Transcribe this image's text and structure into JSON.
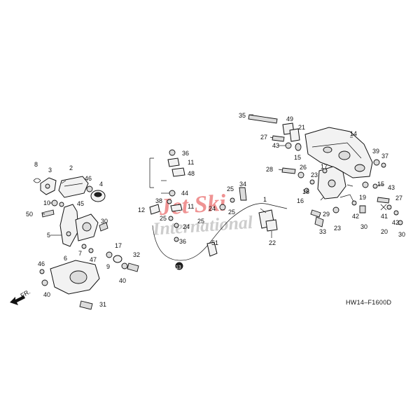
{
  "diagram": {
    "code": "HW14–F1600D",
    "direction_label": "FR.",
    "watermark_line1": "Jet Ski",
    "watermark_line2": "International",
    "callouts": [
      "1",
      "2",
      "3",
      "4",
      "5",
      "6",
      "7",
      "8",
      "9",
      "10",
      "11",
      "12",
      "13",
      "14",
      "15",
      "16",
      "17",
      "18",
      "19",
      "20",
      "21",
      "22",
      "23",
      "24",
      "25",
      "26",
      "27",
      "28",
      "29",
      "30",
      "31",
      "32",
      "33",
      "34",
      "35",
      "36",
      "37",
      "38",
      "39",
      "40",
      "41",
      "42",
      "43",
      "44",
      "45",
      "46",
      "47",
      "48",
      "49",
      "50",
      "51"
    ]
  }
}
